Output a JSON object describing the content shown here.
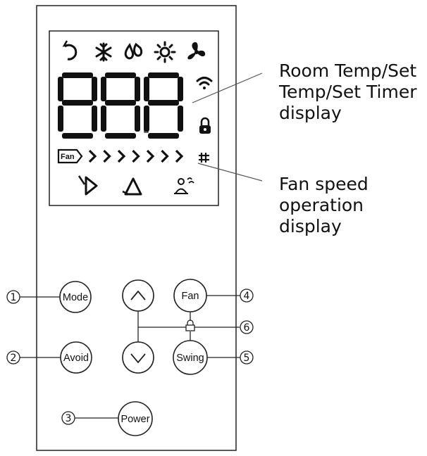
{
  "callouts": {
    "display_line1": "Room Temp/Set",
    "display_line2": "Temp/Set Timer",
    "display_line3": "display",
    "fan_line1": "Fan speed",
    "fan_line2": "operation",
    "fan_line3": "display"
  },
  "lcd": {
    "fan_badge": "Fan",
    "digits": "888",
    "icons": [
      "auto-mode-icon",
      "cool-snowflake-icon",
      "dry-drops-icon",
      "heat-sun-icon",
      "fan-mode-icon",
      "wifi-icon",
      "lock-icon",
      "grid-icon",
      "swing-left-icon",
      "swing-up-icon",
      "avoid-person-icon"
    ]
  },
  "buttons": {
    "mode": "Mode",
    "avoid": "Avoid",
    "power": "Power",
    "fan": "Fan",
    "swing": "Swing"
  },
  "numbers": {
    "n1": "1",
    "n2": "2",
    "n3": "3",
    "n4": "4",
    "n5": "5",
    "n6": "6"
  }
}
